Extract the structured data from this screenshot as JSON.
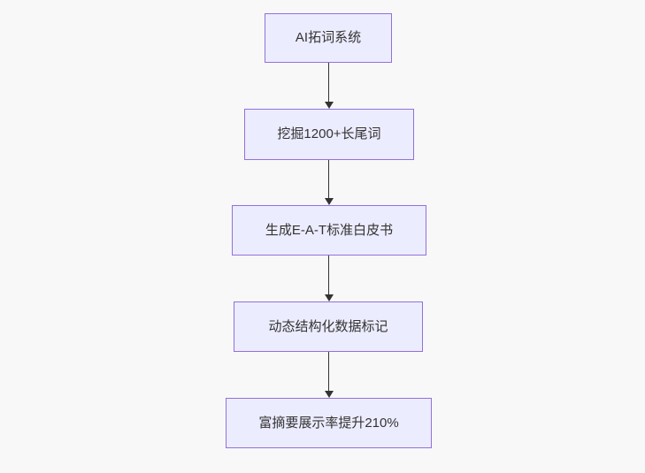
{
  "diagram": {
    "type": "flowchart",
    "direction": "top-down",
    "nodes": [
      {
        "id": "n1",
        "label": "AI拓词系统"
      },
      {
        "id": "n2",
        "label": "挖掘1200+长尾词"
      },
      {
        "id": "n3",
        "label": "生成E-A-T标准白皮书"
      },
      {
        "id": "n4",
        "label": "动态结构化数据标记"
      },
      {
        "id": "n5",
        "label": "富摘要展示率提升210%"
      }
    ],
    "edges": [
      {
        "from": "n1",
        "to": "n2"
      },
      {
        "from": "n2",
        "to": "n3"
      },
      {
        "from": "n3",
        "to": "n4"
      },
      {
        "from": "n4",
        "to": "n5"
      }
    ],
    "colors": {
      "background": "#f8f8f8",
      "node_fill": "#ececff",
      "node_border": "#9370db",
      "arrow": "#333333",
      "text": "#333333"
    }
  }
}
